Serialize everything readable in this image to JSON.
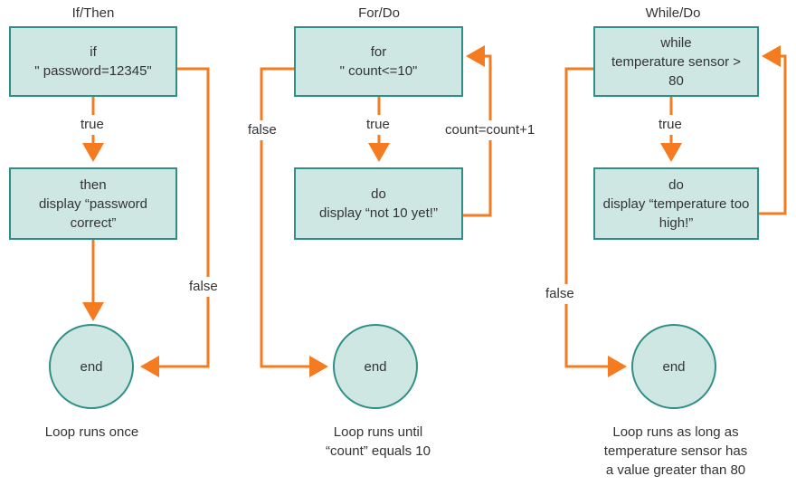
{
  "if_then": {
    "title": "If/Then",
    "if_box": {
      "line1": "if",
      "line2": "\" password=12345\""
    },
    "true_label": "true",
    "then_box": {
      "line1": "then",
      "line2": "display “password",
      "line3": "correct”"
    },
    "false_label": "false",
    "end_label": "end",
    "caption": "Loop runs once"
  },
  "for_do": {
    "title": "For/Do",
    "for_box": {
      "line1": "for",
      "line2": "\" count<=10\""
    },
    "true_label": "true",
    "do_box": {
      "line1": "do",
      "line2": "display “not 10 yet!”"
    },
    "increment_label": "count=count+1",
    "false_label": "false",
    "end_label": "end",
    "caption": {
      "line1": "Loop runs until",
      "line2": "“count” equals 10"
    }
  },
  "while_do": {
    "title": "While/Do",
    "while_box": {
      "line1": "while",
      "line2": "temperature sensor >",
      "line3": "80"
    },
    "true_label": "true",
    "do_box": {
      "line1": "do",
      "line2": "display “temperature too",
      "line3": "high!”"
    },
    "false_label": "false",
    "end_label": "end",
    "caption": {
      "line1": "Loop runs as long as",
      "line2": "temperature sensor has",
      "line3": "a value greater than 80"
    }
  },
  "colors": {
    "arrow": "#f47b20",
    "box_fill": "#cfe7e2",
    "box_border": "#2e8f86"
  }
}
